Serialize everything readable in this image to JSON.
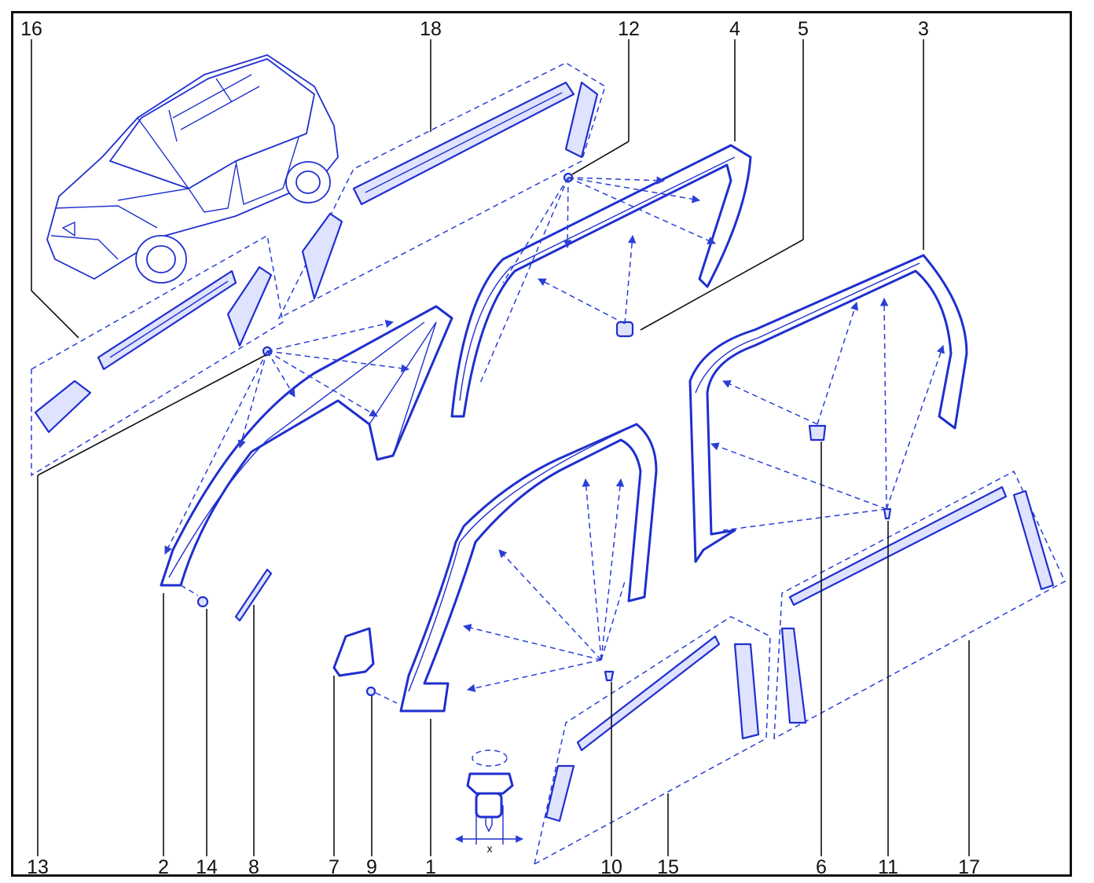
{
  "callouts": [
    {
      "id": "c16",
      "text": "16"
    },
    {
      "id": "c18",
      "text": "18"
    },
    {
      "id": "c12",
      "text": "12"
    },
    {
      "id": "c4",
      "text": "4"
    },
    {
      "id": "c5",
      "text": "5"
    },
    {
      "id": "c3",
      "text": "3"
    },
    {
      "id": "c13",
      "text": "13"
    },
    {
      "id": "c2",
      "text": "2"
    },
    {
      "id": "c14",
      "text": "14"
    },
    {
      "id": "c8",
      "text": "8"
    },
    {
      "id": "c7",
      "text": "7"
    },
    {
      "id": "c9",
      "text": "9"
    },
    {
      "id": "c1",
      "text": "1"
    },
    {
      "id": "c10",
      "text": "10"
    },
    {
      "id": "c15",
      "text": "15"
    },
    {
      "id": "c6",
      "text": "6"
    },
    {
      "id": "c11",
      "text": "11"
    },
    {
      "id": "c17",
      "text": "17"
    }
  ],
  "dimension_label": "x",
  "colors": {
    "line": "#1f2fcf",
    "frame": "#111111",
    "background": "#ffffff"
  }
}
